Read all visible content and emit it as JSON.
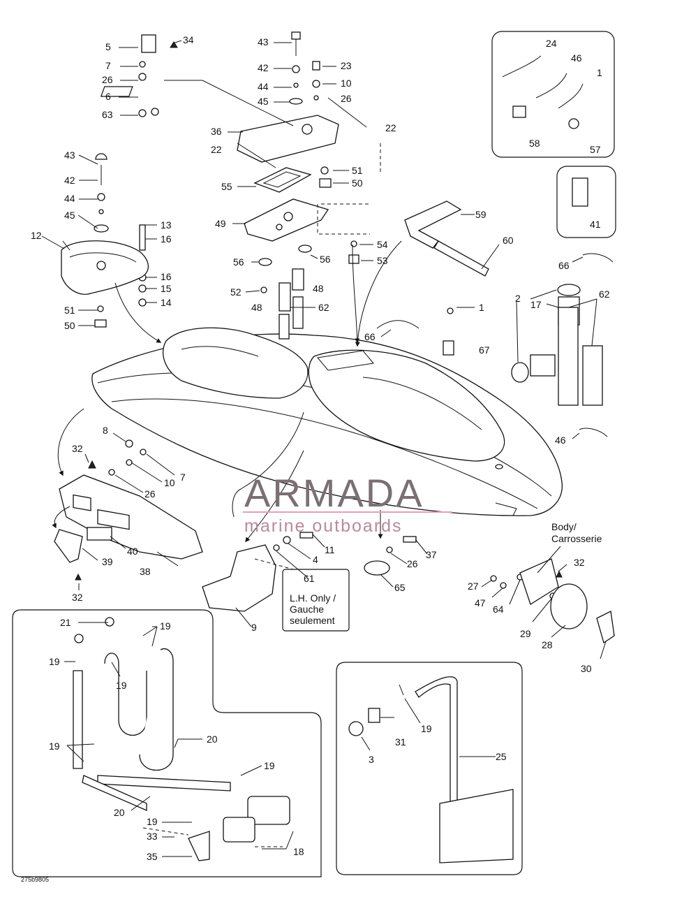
{
  "drawing_code": "275b9805",
  "watermark": {
    "brand": "ARMADA",
    "tagline": "marine outboards",
    "colors": {
      "brand": "#7b6f74",
      "logo": "#e39fc0",
      "tagline": "#b98a99"
    }
  },
  "notes": {
    "lh_only": [
      "L.H. Only /",
      "Gauche",
      "seulement"
    ],
    "body": [
      "Body/",
      "Carrosserie"
    ]
  },
  "labels": {
    "l5": "5",
    "l7a": "7",
    "l26a": "26",
    "l6": "6",
    "l63": "63",
    "l34": "34",
    "l43a": "43",
    "l42a": "42",
    "l44a": "44",
    "l45a": "45",
    "l23": "23",
    "l10a": "10",
    "l26b": "26",
    "l36": "36",
    "l22a": "22",
    "l22b": "22",
    "l24": "24",
    "l46a": "46",
    "l1a": "1",
    "l58": "58",
    "l57": "57",
    "l41": "41",
    "l43b": "43",
    "l42b": "42",
    "l44b": "44",
    "l45b": "45",
    "l12": "12",
    "l13": "13",
    "l16a": "16",
    "l16b": "16",
    "l15": "15",
    "l14": "14",
    "l51a": "51",
    "l50a": "50",
    "l55": "55",
    "l51b": "51",
    "l50b": "50",
    "l49": "49",
    "l54": "54",
    "l53": "53",
    "l56a": "56",
    "l56b": "56",
    "l52": "52",
    "l48a": "48",
    "l48b": "48",
    "l62a": "62",
    "l59": "59",
    "l60": "60",
    "l66a": "66",
    "l66b": "66",
    "l1b": "1",
    "l67": "67",
    "l2": "2",
    "l17": "17",
    "l62b": "62",
    "l46b": "46",
    "l8": "8",
    "l32a": "32",
    "l7b": "7",
    "l10b": "10",
    "l26c": "26",
    "l40": "40",
    "l39": "39",
    "l38": "38",
    "l32b": "32",
    "l11": "11",
    "l4": "4",
    "l61": "61",
    "l9": "9",
    "l37": "37",
    "l26d": "26",
    "l65": "65",
    "l27": "27",
    "l47": "47",
    "l64": "64",
    "l32c": "32",
    "l29": "29",
    "l28": "28",
    "l30": "30",
    "l21": "21",
    "l19a": "19",
    "l19b": "19",
    "l19c": "19",
    "l19d": "19",
    "l19e": "19",
    "l19f": "19",
    "l20a": "20",
    "l20b": "20",
    "l33": "33",
    "l35": "35",
    "l18": "18",
    "l19g": "19",
    "l3": "3",
    "l31": "31",
    "l25": "25"
  }
}
